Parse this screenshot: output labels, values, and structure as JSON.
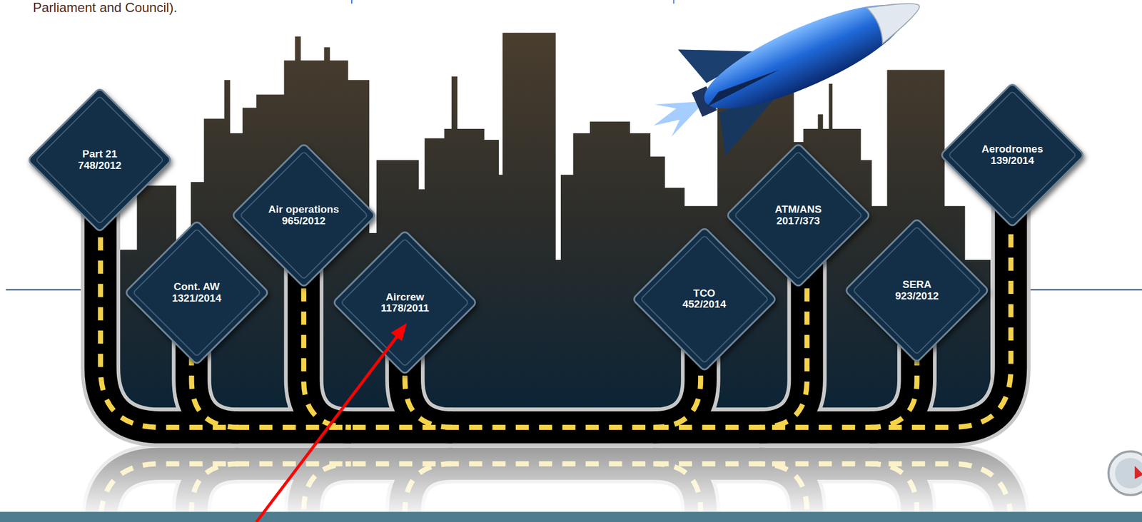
{
  "diagram": {
    "nodes": [
      {
        "text": [
          "Part 21",
          "748/2012"
        ]
      },
      {
        "text": [
          "Cont. AW",
          "1321/2014"
        ]
      },
      {
        "text": [
          "Air operations",
          "965/2012"
        ]
      },
      {
        "text": [
          "Aircrew",
          "1178/2011"
        ]
      },
      {
        "text": [
          "TCO",
          "452/2014"
        ]
      },
      {
        "text": [
          "ATM/ANS",
          "2017/373"
        ]
      },
      {
        "text": [
          "SERA",
          "923/2012"
        ]
      },
      {
        "text": [
          "Aerodromes",
          "139/2014"
        ]
      }
    ],
    "labels": [
      "Parliament and Council)."
    ]
  }
}
